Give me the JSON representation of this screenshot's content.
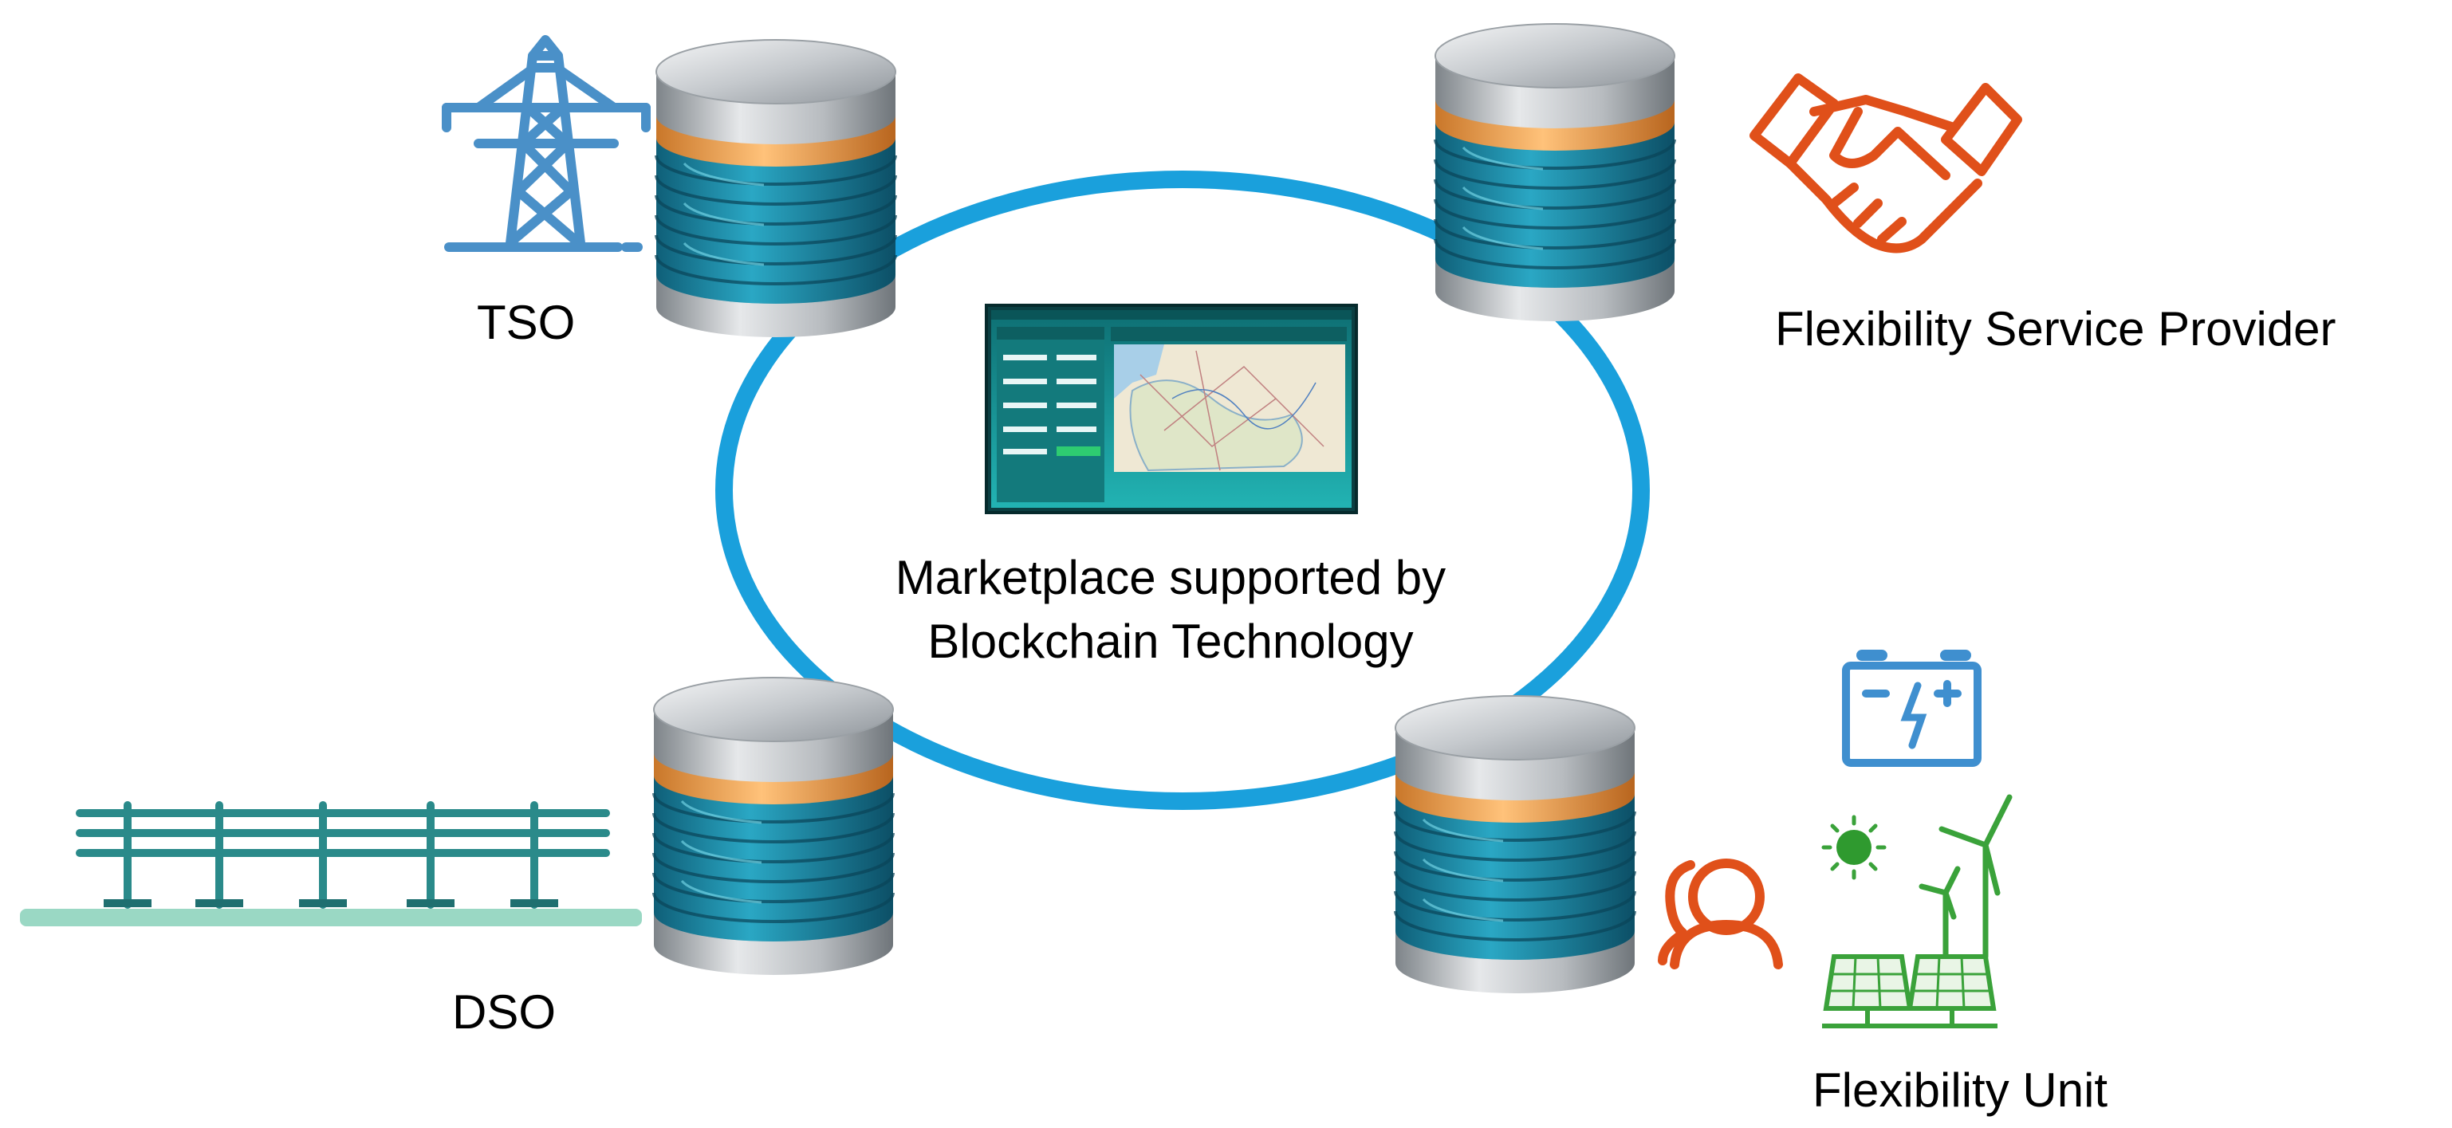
{
  "labels": {
    "tso": "TSO",
    "dso": "DSO",
    "fsp": "Flexibility Service Provider",
    "fu": "Flexibility Unit",
    "marketplace_line1": "Marketplace supported by",
    "marketplace_line2": "Blockchain Technology"
  },
  "colors": {
    "ring": "#1aa0dc",
    "tso_icon": "#4a90c8",
    "handshake": "#e0501a",
    "user_icon": "#e0501a",
    "battery": "#3f8fcf",
    "renewables": "#3aa23a",
    "power_line": "#2a8a8a",
    "db_teal": "#1f8ea8",
    "db_orange": "#f0a050",
    "db_silver": "#c8ccd0",
    "screen_bg": "#1aa3a3"
  },
  "icons": {
    "tso": "transmission-tower-icon",
    "dso": "distribution-power-line-icon",
    "fsp": "handshake-icon",
    "fu_user": "user-group-icon",
    "fu_battery": "battery-icon",
    "fu_sun": "sun-icon",
    "fu_wind": "wind-turbine-icon",
    "fu_solar": "solar-panel-icon",
    "database": "database-icon",
    "screen": "marketplace-screen-icon"
  }
}
